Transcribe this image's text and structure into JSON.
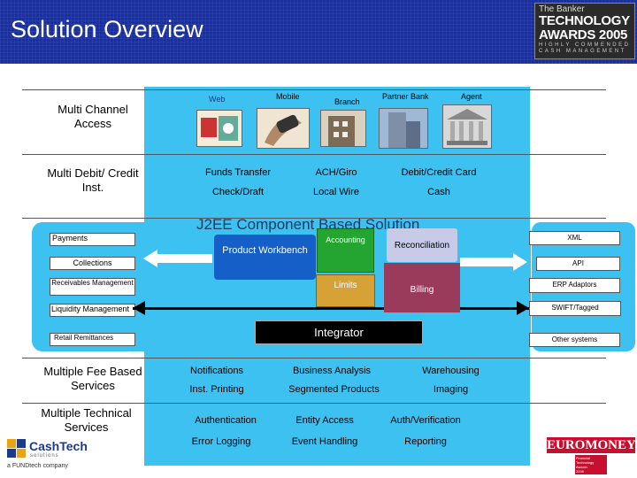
{
  "header": {
    "title": "Solution Overview",
    "award_line1": "The Banker",
    "award_line2": "TECHNOLOGY",
    "award_line3": "AWARDS 2005",
    "award_line4": "HIGHLY COMMENDED",
    "award_line5": "CASH MANAGEMENT",
    "colors": {
      "header_bg": "#1a2f9e",
      "panel": "#3dc1f0"
    }
  },
  "left_labels": {
    "multi_channel": "Multi Channel Access",
    "multi_debit": "Multi Debit/ Credit Inst.",
    "multiple_fee": "Multiple Fee Based Services",
    "multiple_technical": "Multiple Technical Services"
  },
  "channels": [
    {
      "label": "Web",
      "icon": "web-payment-icon"
    },
    {
      "label": "Mobile",
      "icon": "mobile-phone-icon"
    },
    {
      "label": "Branch",
      "icon": "branch-building-icon"
    },
    {
      "label": "Partner Bank",
      "icon": "office-tower-icon"
    },
    {
      "label": "Agent",
      "icon": "bank-columns-icon"
    }
  ],
  "payment_instruments": {
    "row1": [
      "Funds Transfer",
      "ACH/Giro",
      "Debit/Credit Card"
    ],
    "row2": [
      "Check/Draft",
      "Local Wire",
      "Cash"
    ]
  },
  "modules_left": [
    "Payments",
    "Collections",
    "Receivables Management",
    "Liquidity Management",
    "Retail Remittances"
  ],
  "modules_right": [
    "XML",
    "API",
    "ERP Adaptors",
    "SWIFT/Tagged",
    "Other systems"
  ],
  "core": {
    "overlay_text": "J2EE Component Based Solution",
    "product_workbench": "Product Workbench",
    "accounting": "Accounting",
    "reconciliation": "Reconciliation",
    "limits": "Limits",
    "billing": "Billing",
    "integrator": "Integrator"
  },
  "fee_services": {
    "row1": [
      "Notifications",
      "Business Analysis",
      "Warehousing"
    ],
    "row2": [
      "Inst. Printing",
      "Segmented Products",
      "Imaging"
    ]
  },
  "technical_services": {
    "row1": [
      "Authentication",
      "Entity Access",
      "Auth/Verification"
    ],
    "row2": [
      "Error Logging",
      "Event Handling",
      "Reporting"
    ]
  },
  "logos": {
    "cashtech": "CashTech",
    "cashtech_tag": "solutions",
    "fundtech": "a FUNDtech company",
    "euromoney": "EUROMONEY",
    "euromoney_sub1": "Financial",
    "euromoney_sub2": "Technology",
    "euromoney_sub3": "Awards",
    "euromoney_year": "2006"
  }
}
